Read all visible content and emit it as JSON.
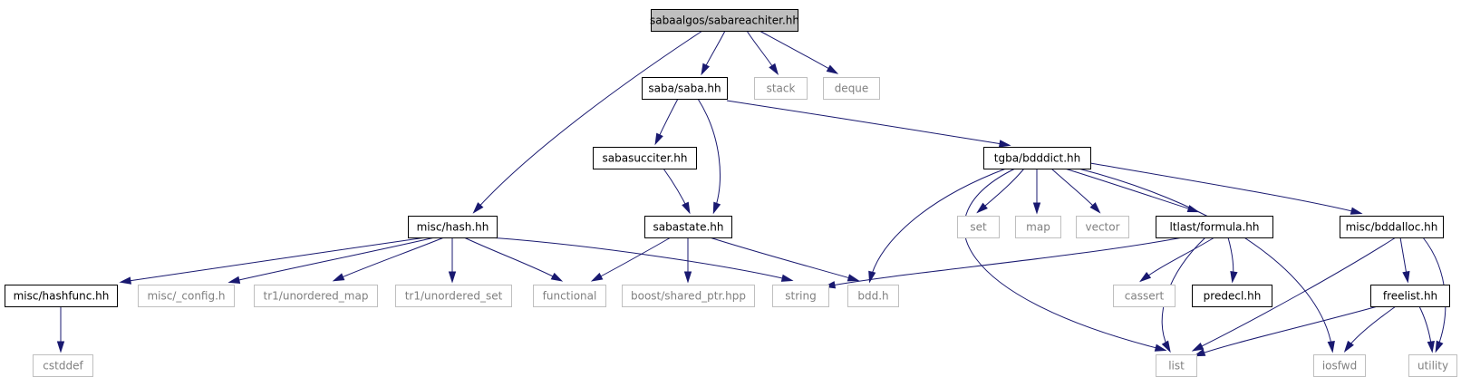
{
  "colors": {
    "edge": "#191970",
    "root_fill": "#bfbfbf",
    "project_border": "#000000",
    "system_border": "#bfbfbf",
    "project_text": "#000000",
    "system_text": "#808080"
  },
  "graph": {
    "nodes": {
      "sabareachiter": {
        "label": "sabaalgos/sabareachiter.hh",
        "kind": "root"
      },
      "saba": {
        "label": "saba/saba.hh",
        "kind": "project"
      },
      "stack": {
        "label": "stack",
        "kind": "system"
      },
      "deque": {
        "label": "deque",
        "kind": "system"
      },
      "sabasucciter": {
        "label": "sabasucciter.hh",
        "kind": "project"
      },
      "bdddict": {
        "label": "tgba/bdddict.hh",
        "kind": "project"
      },
      "hash": {
        "label": "misc/hash.hh",
        "kind": "project"
      },
      "sabastate": {
        "label": "sabastate.hh",
        "kind": "project"
      },
      "set": {
        "label": "set",
        "kind": "system"
      },
      "map": {
        "label": "map",
        "kind": "system"
      },
      "vector": {
        "label": "vector",
        "kind": "system"
      },
      "formula": {
        "label": "ltlast/formula.hh",
        "kind": "project"
      },
      "bddalloc": {
        "label": "misc/bddalloc.hh",
        "kind": "project"
      },
      "hashfunc": {
        "label": "misc/hashfunc.hh",
        "kind": "project"
      },
      "config": {
        "label": "misc/_config.h",
        "kind": "system"
      },
      "unordered_map": {
        "label": "tr1/unordered_map",
        "kind": "system"
      },
      "unordered_set": {
        "label": "tr1/unordered_set",
        "kind": "system"
      },
      "functional": {
        "label": "functional",
        "kind": "system"
      },
      "shared_ptr": {
        "label": "boost/shared_ptr.hpp",
        "kind": "system"
      },
      "string": {
        "label": "string",
        "kind": "system"
      },
      "bdd": {
        "label": "bdd.h",
        "kind": "system"
      },
      "cassert": {
        "label": "cassert",
        "kind": "system"
      },
      "predecl": {
        "label": "predecl.hh",
        "kind": "project"
      },
      "freelist": {
        "label": "freelist.hh",
        "kind": "project"
      },
      "cstddef": {
        "label": "cstddef",
        "kind": "system"
      },
      "list": {
        "label": "list",
        "kind": "system"
      },
      "iosfwd": {
        "label": "iosfwd",
        "kind": "system"
      },
      "utility": {
        "label": "utility",
        "kind": "system"
      }
    },
    "edges": [
      [
        "sabareachiter",
        "saba"
      ],
      [
        "sabareachiter",
        "stack"
      ],
      [
        "sabareachiter",
        "deque"
      ],
      [
        "sabareachiter",
        "hash"
      ],
      [
        "saba",
        "sabasucciter"
      ],
      [
        "saba",
        "sabastate"
      ],
      [
        "saba",
        "bdddict"
      ],
      [
        "sabasucciter",
        "sabastate"
      ],
      [
        "sabastate",
        "functional"
      ],
      [
        "sabastate",
        "shared_ptr"
      ],
      [
        "sabastate",
        "bdd"
      ],
      [
        "hash",
        "hashfunc"
      ],
      [
        "hash",
        "config"
      ],
      [
        "hash",
        "unordered_map"
      ],
      [
        "hash",
        "unordered_set"
      ],
      [
        "hash",
        "functional"
      ],
      [
        "hash",
        "string"
      ],
      [
        "hashfunc",
        "cstddef"
      ],
      [
        "bdddict",
        "bdd"
      ],
      [
        "bdddict",
        "list"
      ],
      [
        "bdddict",
        "set"
      ],
      [
        "bdddict",
        "map"
      ],
      [
        "bdddict",
        "vector"
      ],
      [
        "bdddict",
        "formula"
      ],
      [
        "bdddict",
        "iosfwd"
      ],
      [
        "bdddict",
        "bddalloc"
      ],
      [
        "formula",
        "string"
      ],
      [
        "formula",
        "list"
      ],
      [
        "formula",
        "cassert"
      ],
      [
        "formula",
        "predecl"
      ],
      [
        "bddalloc",
        "list"
      ],
      [
        "bddalloc",
        "freelist"
      ],
      [
        "bddalloc",
        "utility"
      ],
      [
        "freelist",
        "list"
      ],
      [
        "freelist",
        "iosfwd"
      ],
      [
        "freelist",
        "utility"
      ]
    ]
  }
}
